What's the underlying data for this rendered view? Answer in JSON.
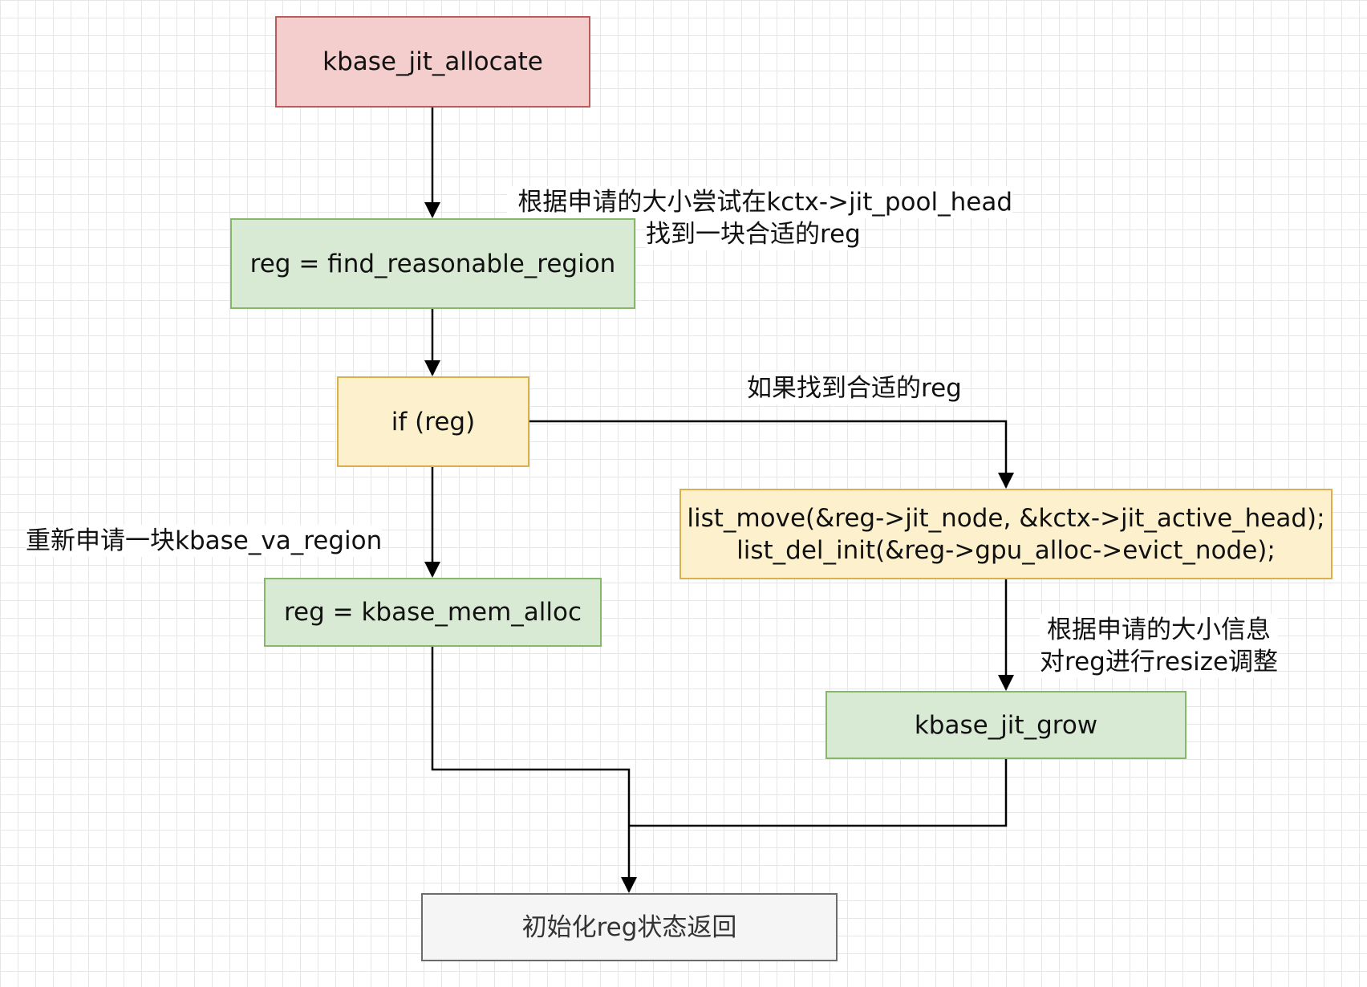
{
  "nodes": {
    "jit_allocate": "kbase_jit_allocate",
    "find_region": "reg = find_reasonable_region",
    "if_reg": "if (reg)",
    "list_ops": {
      "line1": "list_move(&reg->jit_node, &kctx->jit_active_head);",
      "line2": "list_del_init(&reg->gpu_alloc->evict_node);"
    },
    "mem_alloc": "reg = kbase_mem_alloc",
    "jit_grow": "kbase_jit_grow",
    "init_return": "初始化reg状态返回"
  },
  "labels": {
    "find_note": {
      "line1": "根据申请的大小尝试在kctx->jit_pool_head",
      "line2": "找到一块合适的reg"
    },
    "found_note": "如果找到合适的reg",
    "realloc_note": "重新申请一块kbase_va_region",
    "resize_note": {
      "line1": "根据申请的大小信息",
      "line2": "对reg进行resize调整"
    }
  },
  "colors": {
    "start_fill": "#f4cdcd",
    "process_fill": "#d8e9d4",
    "condition_fill": "#fdf1cd",
    "end_fill": "#f5f5f5",
    "edge": "#000000"
  }
}
